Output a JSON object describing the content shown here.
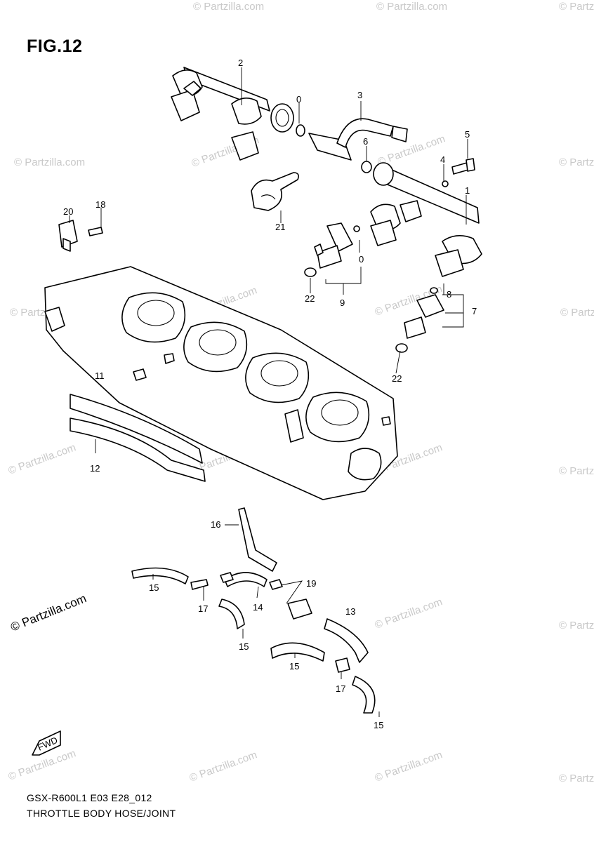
{
  "figure": {
    "title": "FIG.12"
  },
  "watermark": {
    "text": "© Partzilla.com"
  },
  "callouts": [
    {
      "id": "c1",
      "text": "1"
    },
    {
      "id": "c2",
      "text": "2"
    },
    {
      "id": "c3",
      "text": "3"
    },
    {
      "id": "c4",
      "text": "4"
    },
    {
      "id": "c5",
      "text": "5"
    },
    {
      "id": "c6",
      "text": "6"
    },
    {
      "id": "c7",
      "text": "7"
    },
    {
      "id": "c8",
      "text": "8"
    },
    {
      "id": "c9",
      "text": "9"
    },
    {
      "id": "c10",
      "text": "0"
    },
    {
      "id": "c11",
      "text": "0"
    },
    {
      "id": "c12",
      "text": "11"
    },
    {
      "id": "c13",
      "text": "12"
    },
    {
      "id": "c14",
      "text": "13"
    },
    {
      "id": "c15",
      "text": "14"
    },
    {
      "id": "c16",
      "text": "15"
    },
    {
      "id": "c17",
      "text": "15"
    },
    {
      "id": "c18",
      "text": "15"
    },
    {
      "id": "c19",
      "text": "15"
    },
    {
      "id": "c20",
      "text": "16"
    },
    {
      "id": "c21",
      "text": "17"
    },
    {
      "id": "c22",
      "text": "17"
    },
    {
      "id": "c23",
      "text": "18"
    },
    {
      "id": "c24",
      "text": "19"
    },
    {
      "id": "c25",
      "text": "20"
    },
    {
      "id": "c26",
      "text": "21"
    },
    {
      "id": "c27",
      "text": "22"
    },
    {
      "id": "c28",
      "text": "22"
    }
  ],
  "footer": {
    "code": "GSX-R600L1 E03 E28_012",
    "caption": "THROTTLE BODY HOSE/JOINT"
  },
  "forward_arrow": {
    "text": "FWD"
  }
}
